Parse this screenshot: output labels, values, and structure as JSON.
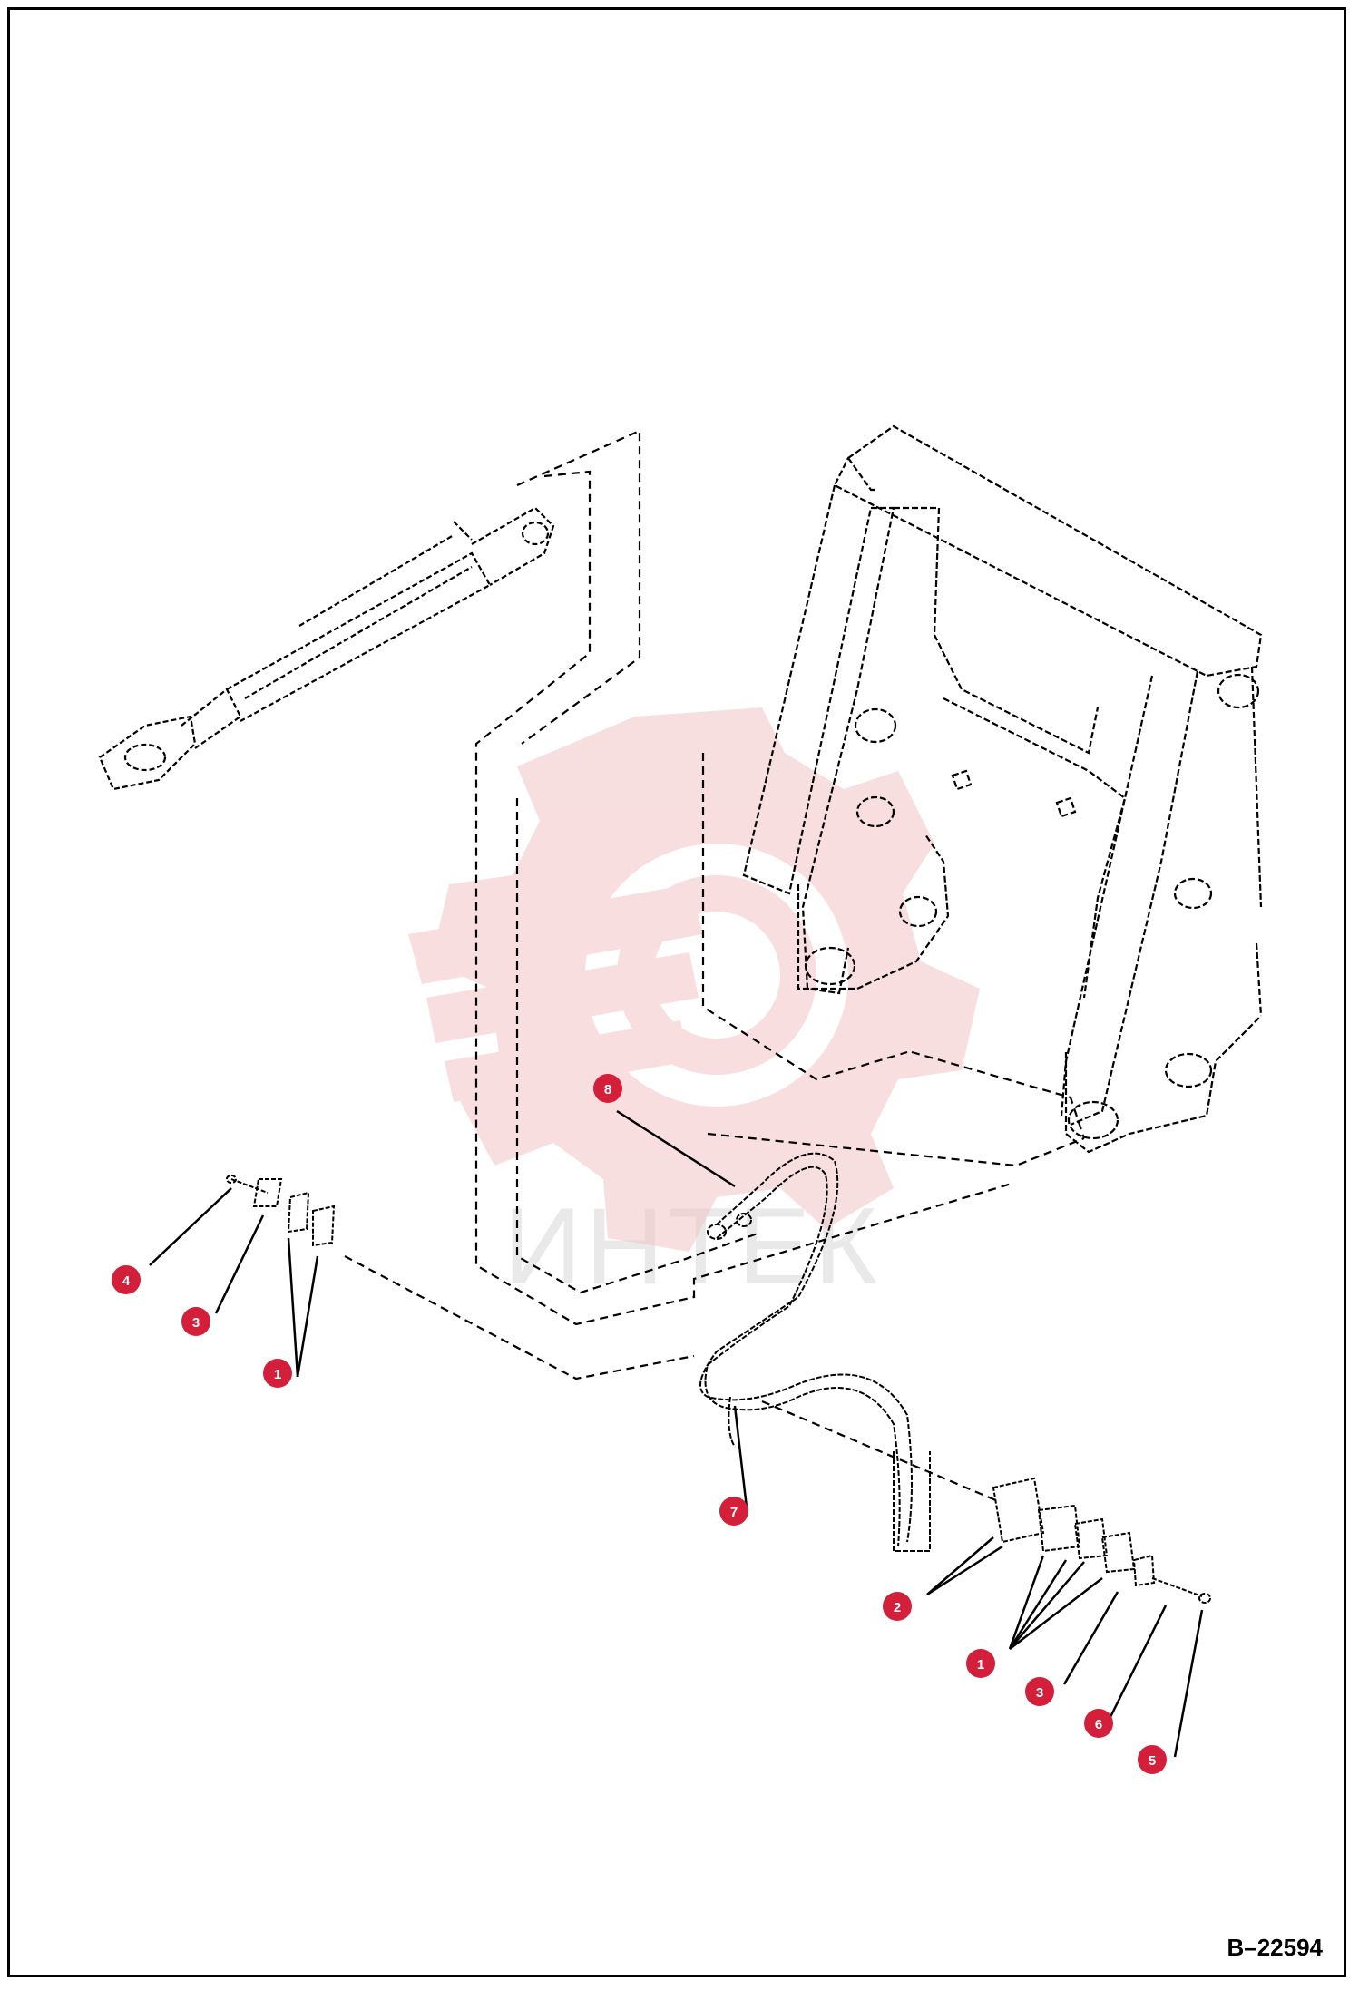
{
  "drawing": {
    "reference": "B–22594",
    "watermark_text": "ИНТЕК"
  },
  "callouts": [
    {
      "id": "c-8",
      "label": "8"
    },
    {
      "id": "c-4",
      "label": "4"
    },
    {
      "id": "c-3a",
      "label": "3"
    },
    {
      "id": "c-1a",
      "label": "1"
    },
    {
      "id": "c-7",
      "label": "7"
    },
    {
      "id": "c-2",
      "label": "2"
    },
    {
      "id": "c-1b",
      "label": "1"
    },
    {
      "id": "c-3b",
      "label": "3"
    },
    {
      "id": "c-6",
      "label": "6"
    },
    {
      "id": "c-5",
      "label": "5"
    }
  ],
  "colors": {
    "callout_fill": "#d41f3a",
    "callout_text": "#ffffff",
    "line": "#000000",
    "watermark": "#f3c4c4"
  }
}
